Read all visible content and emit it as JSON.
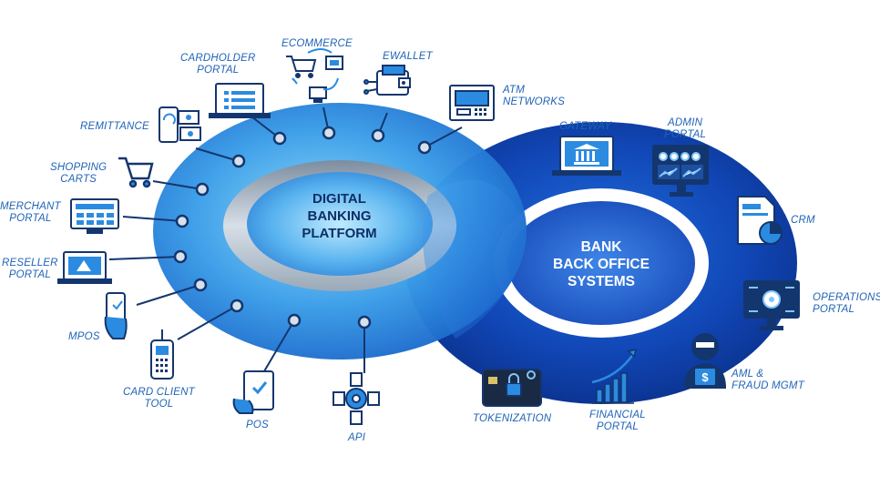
{
  "center_left": {
    "lines": [
      "DIGITAL",
      "BANKING",
      "PLATFORM"
    ]
  },
  "center_right": {
    "lines": [
      "BANK",
      "BACK OFFICE",
      "SYSTEMS"
    ]
  },
  "left_ring_nodes": [
    {
      "id": "cardholder-portal",
      "label": "CARDHOLDER\nPORTAL",
      "icon": "laptop-list-icon"
    },
    {
      "id": "ecommerce",
      "label": "eCOMMERCE",
      "icon": "cart-cycle-icon"
    },
    {
      "id": "ewallet",
      "label": "eWALLET",
      "icon": "wallet-icon"
    },
    {
      "id": "atm-networks",
      "label": "ATM\nNETWORKS",
      "icon": "atm-icon"
    },
    {
      "id": "remittance",
      "label": "REMITTANCE",
      "icon": "phone-transfer-icon"
    },
    {
      "id": "shopping-carts",
      "label": "SHOPPING\nCARTS",
      "icon": "shopping-cart-icon"
    },
    {
      "id": "merchant-portal",
      "label": "MERCHANT\nPORTAL",
      "icon": "monitor-grid-icon"
    },
    {
      "id": "reseller-portal",
      "label": "RESELLER\nPORTAL",
      "icon": "laptop-logo-icon"
    },
    {
      "id": "mpos",
      "label": "mPOS",
      "icon": "hand-phone-icon"
    },
    {
      "id": "card-client-tool",
      "label": "CARD CLIENT\nTOOL",
      "icon": "card-terminal-icon"
    },
    {
      "id": "pos",
      "label": "POS",
      "icon": "pos-touch-icon"
    },
    {
      "id": "api",
      "label": "API",
      "icon": "api-gear-icon"
    }
  ],
  "right_ring_nodes": [
    {
      "id": "gateway",
      "label": "GATEWAY",
      "icon": "bank-laptop-icon"
    },
    {
      "id": "admin-portal",
      "label": "ADMIN\nPORTAL",
      "icon": "dashboard-monitor-icon"
    },
    {
      "id": "crm",
      "label": "CRM",
      "icon": "document-chart-icon"
    },
    {
      "id": "operations-portal",
      "label": "OPERATIONS\nPORTAL",
      "icon": "ops-monitor-icon"
    },
    {
      "id": "aml-fraud-mgmt",
      "label": "AML &\nFRAUD MGMT",
      "icon": "hacker-icon"
    },
    {
      "id": "financial-portal",
      "label": "FINANCIAL\nPORTAL",
      "icon": "growth-chart-icon"
    },
    {
      "id": "tokenization",
      "label": "TOKENIZATION",
      "icon": "card-lock-icon"
    }
  ]
}
